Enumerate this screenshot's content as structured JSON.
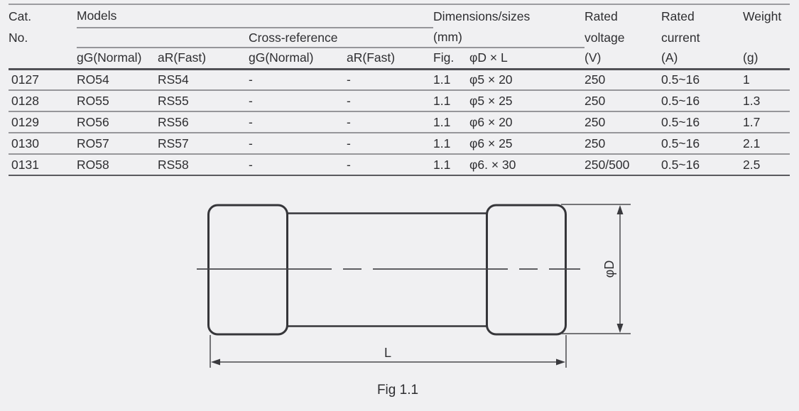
{
  "colors": {
    "background": "#f0f0f2",
    "text": "#2e2e31",
    "line_light": "#96969a",
    "line_heavy": "#515156",
    "drawing_stroke": "#36363a"
  },
  "table": {
    "header": {
      "cat_line1": "Cat.",
      "cat_line2": "No.",
      "models": "Models",
      "cross_reference": "Cross-reference",
      "dimensions_line1": "Dimensions/sizes",
      "dimensions_line2": "(mm)",
      "voltage_line1": "Rated",
      "voltage_line2": "voltage",
      "voltage_unit": "(V)",
      "current_line1": "Rated",
      "current_line2": "current",
      "current_unit": "(A)",
      "weight_line1": "Weight",
      "weight_unit": "(g)",
      "sub_model_gg": "gG(Normal)",
      "sub_model_ar": "aR(Fast)",
      "sub_xref_gg": "gG(Normal)",
      "sub_xref_ar": "aR(Fast)",
      "sub_fig": "Fig.",
      "sub_dxl": "φD × L"
    },
    "rows": [
      {
        "cat_no": "0127",
        "model_gg": "RO54",
        "model_ar": "RS54",
        "xref_gg": "-",
        "xref_ar": "-",
        "fig": "1.1",
        "dxl": "φ5 × 20",
        "voltage": "250",
        "current": "0.5~16",
        "weight": "1"
      },
      {
        "cat_no": "0128",
        "model_gg": "RO55",
        "model_ar": "RS55",
        "xref_gg": "-",
        "xref_ar": "-",
        "fig": "1.1",
        "dxl": "φ5 × 25",
        "voltage": "250",
        "current": "0.5~16",
        "weight": "1.3"
      },
      {
        "cat_no": "0129",
        "model_gg": "RO56",
        "model_ar": "RS56",
        "xref_gg": "-",
        "xref_ar": "-",
        "fig": "1.1",
        "dxl": "φ6 × 20",
        "voltage": "250",
        "current": "0.5~16",
        "weight": "1.7"
      },
      {
        "cat_no": "0130",
        "model_gg": "RO57",
        "model_ar": "RS57",
        "xref_gg": "-",
        "xref_ar": "-",
        "fig": "1.1",
        "dxl": "φ6 × 25",
        "voltage": "250",
        "current": "0.5~16",
        "weight": "2.1"
      },
      {
        "cat_no": "0131",
        "model_gg": "RO58",
        "model_ar": "RS58",
        "xref_gg": "-",
        "xref_ar": "-",
        "fig": "1.1",
        "dxl": "φ6. × 30",
        "voltage": "250/500",
        "current": "0.5~16",
        "weight": "2.5"
      }
    ]
  },
  "figure": {
    "diameter_label": "φD",
    "length_label": "L",
    "caption": "Fig 1.1"
  }
}
